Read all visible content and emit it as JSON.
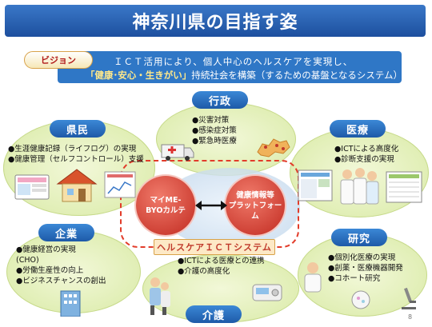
{
  "title": "神奈川県の目指す姿",
  "vision": {
    "tag": "ビジョン",
    "line1": "ＩＣＴ活用により、個人中心のヘルスケアを実現し、",
    "line2_emphasis": "「健康･安心・生きがい」",
    "line2_rest": "持続社会を構築（するための基盤となるシステム）"
  },
  "sections": {
    "gyosei": {
      "label": "行政",
      "items": [
        "●災害対策",
        "●感染症対策",
        "●緊急時医療"
      ]
    },
    "kenmin": {
      "label": "県民",
      "items": [
        "●生涯健康記録（ライフログ）の実現",
        "●健康管理（セルフコントロール）支援"
      ]
    },
    "iryo": {
      "label": "医療",
      "items": [
        "●ICTによる高度化",
        "●診断支援の実現"
      ]
    },
    "kigyo": {
      "label": "企業",
      "items": [
        "●健康経営の実現",
        "(CHO)",
        "●労働生産性の向上",
        "●ビジネスチャンスの創出"
      ]
    },
    "kenkyu": {
      "label": "研究",
      "items": [
        "●個別化医療の実現",
        "●創薬・医療機器開発",
        "●コホート研究"
      ]
    },
    "kaigo": {
      "label": "介護",
      "items": [
        "●ICTによる医療との連携",
        "●介護の高度化"
      ]
    }
  },
  "center": {
    "node_left": "マイME-BYOカルテ",
    "node_left_l1": "マイME-",
    "node_left_l2": "BYOカルテ",
    "node_right_l1": "健康情報等",
    "node_right_l2": "プラットフォー",
    "node_right_l3": "ム",
    "system_label": "ヘルスケアＩＣＴシステム"
  },
  "page_number": "8",
  "colors": {
    "header_blue": "#1d4f9e",
    "pill_blue": "#1e5aa8",
    "bubble_green": "#d9eaa6",
    "node_red": "#c12a20",
    "dashed_red": "#e23c2a"
  }
}
